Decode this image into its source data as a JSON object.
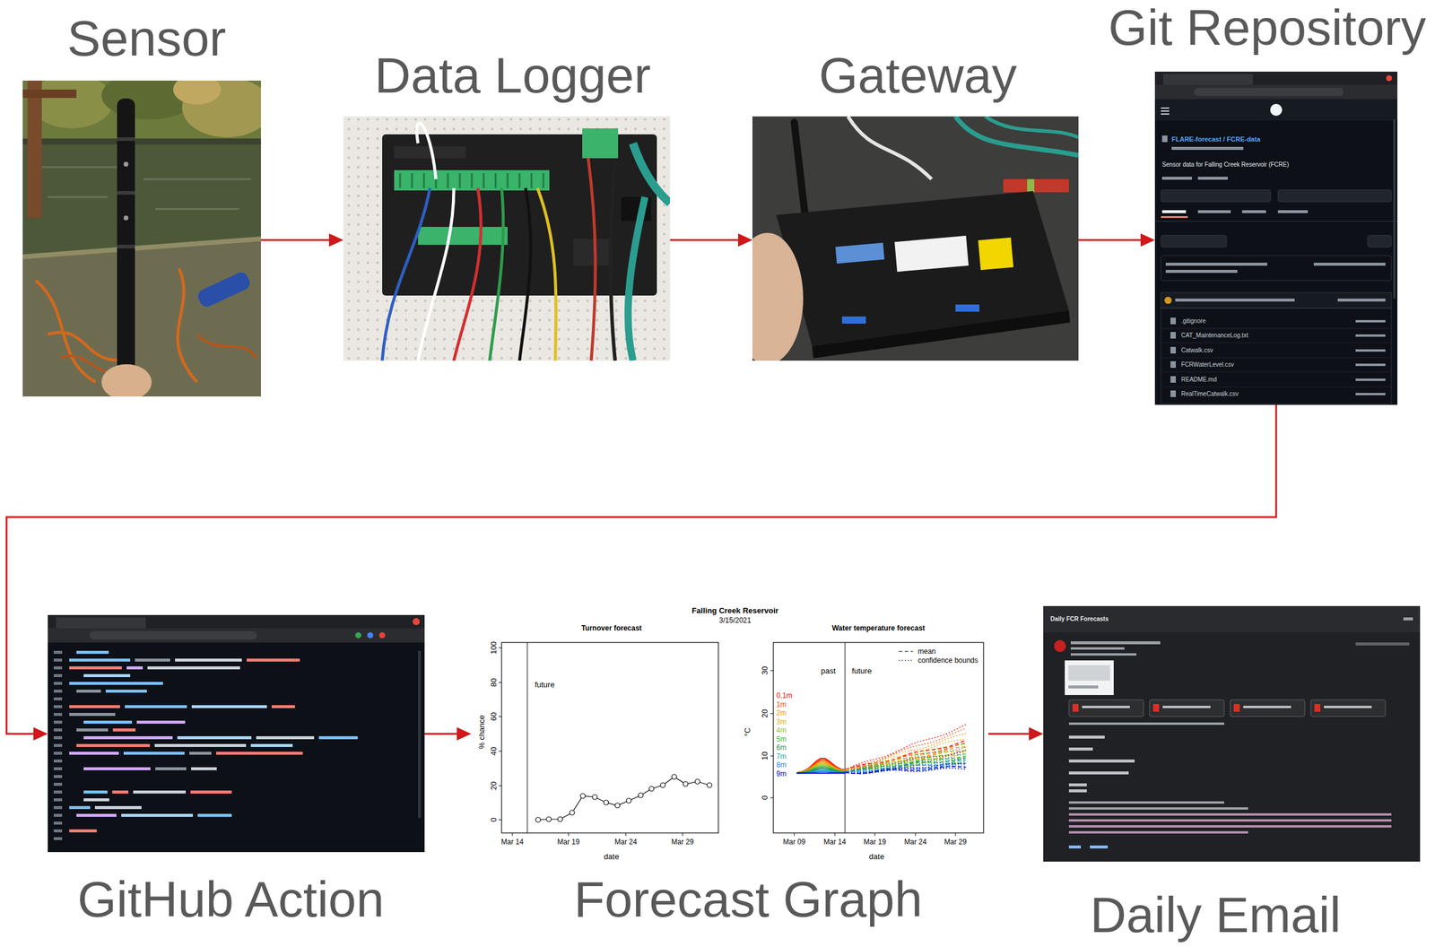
{
  "diagram": {
    "nodes": [
      {
        "text": [
          "Sensor"
        ]
      },
      {
        "text": [
          "Data Logger"
        ]
      },
      {
        "text": [
          "Gateway"
        ]
      },
      {
        "text": [
          "Git Repository"
        ]
      },
      {
        "text": [
          "GitHub Action"
        ]
      },
      {
        "text": [
          "Forecast Graph"
        ]
      },
      {
        "text": [
          "Daily Email"
        ]
      }
    ],
    "edges": [
      {
        "from": 0,
        "to": 1,
        "arrow": "to"
      },
      {
        "from": 1,
        "to": 2,
        "arrow": "to"
      },
      {
        "from": 2,
        "to": 3,
        "arrow": "to"
      },
      {
        "from": 3,
        "to": 4,
        "arrow": "to"
      },
      {
        "from": 4,
        "to": 5,
        "arrow": "to"
      },
      {
        "from": 5,
        "to": 6,
        "arrow": "to"
      }
    ],
    "labels": [
      "FLARE-forecast / FCRE-data",
      "Sensor data for Falling Creek Reservoir (FCRE)",
      ".gitignore",
      "CAT_MaintenanceLog.txt",
      "Catwalk.csv",
      "FCRWaterLevel.csv",
      "README.md",
      "RealTimeCatwalk.csv",
      "Daily FCR Forecasts",
      "Falling Creek Reservoir",
      "3/15/2021",
      "Turnover forecast",
      "Water temperature forecast",
      "0",
      "20",
      "40",
      "60",
      "80",
      "100",
      "% chance",
      "future",
      "Mar 14",
      "Mar 19",
      "Mar 24",
      "Mar 29",
      "date",
      "0",
      "10",
      "20",
      "30",
      "°C",
      "past",
      "future",
      "0.1m",
      "1m",
      "2m",
      "3m",
      "4m",
      "5m",
      "6m",
      "7m",
      "8m",
      "9m",
      "Mar 09",
      "Mar 14",
      "Mar 19",
      "Mar 24",
      "Mar 29",
      "date"
    ],
    "legend": [
      {
        "text": "mean"
      },
      {
        "text": "confidence bounds"
      }
    ]
  }
}
